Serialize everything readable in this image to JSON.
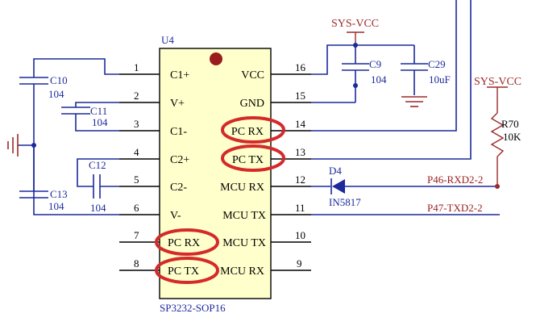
{
  "chip": {
    "ref": "U4",
    "part": "SP3232-SOP16",
    "left_pins": [
      {
        "num": "1",
        "name": "C1+"
      },
      {
        "num": "2",
        "name": "V+"
      },
      {
        "num": "3",
        "name": "C1-"
      },
      {
        "num": "4",
        "name": "C2+"
      },
      {
        "num": "5",
        "name": "C2-"
      },
      {
        "num": "6",
        "name": "V-"
      },
      {
        "num": "7",
        "name": "PC RX"
      },
      {
        "num": "8",
        "name": "PC TX"
      }
    ],
    "right_pins": [
      {
        "num": "16",
        "name": "VCC"
      },
      {
        "num": "15",
        "name": "GND"
      },
      {
        "num": "14",
        "name": "PC RX"
      },
      {
        "num": "13",
        "name": "PC TX"
      },
      {
        "num": "12",
        "name": "MCU RX"
      },
      {
        "num": "11",
        "name": "MCU TX"
      },
      {
        "num": "10",
        "name": "MCU TX"
      },
      {
        "num": "9",
        "name": "MCU RX"
      }
    ]
  },
  "capacitors": {
    "c10": {
      "ref": "C10",
      "value": "104"
    },
    "c11": {
      "ref": "C11",
      "value": "104"
    },
    "c12": {
      "ref": "C12",
      "value": "104"
    },
    "c13": {
      "ref": "C13",
      "value": "104"
    },
    "c9": {
      "ref": "C9",
      "value": "104"
    },
    "c29": {
      "ref": "C29",
      "value": "10uF"
    }
  },
  "power": {
    "top": "SYS-VCC",
    "right": "SYS-VCC"
  },
  "resistor": {
    "ref": "R70",
    "value": "10K"
  },
  "diode": {
    "ref": "D4",
    "part": "IN5817"
  },
  "nets": {
    "rxd": "P46-RXD2-2",
    "txd": "P47-TXD2-2"
  },
  "colors": {
    "wire": "#1c2a9c",
    "body": "#ffffcc",
    "highlight": "#d42a2a",
    "power": "#9b2a2a"
  }
}
